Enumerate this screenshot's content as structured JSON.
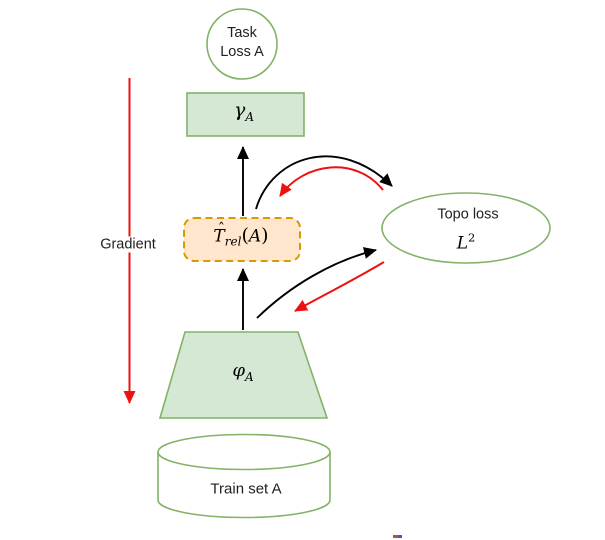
{
  "nodes": {
    "task_loss": {
      "line1": "Task",
      "line2": "Loss A"
    },
    "gamma": {
      "symbol": "γ",
      "sub": "A"
    },
    "t_rel": {
      "base": "T",
      "hat": "ˆ",
      "sub": "rel",
      "open": "(",
      "arg": "A",
      "close": ")"
    },
    "topo_loss": {
      "title": "Topo loss",
      "symbol": "L",
      "sup": "2"
    },
    "phi": {
      "symbol": "φ",
      "sub": "A"
    },
    "train_set": {
      "label": "Train set A"
    }
  },
  "labels": {
    "gradient": "Gradient"
  },
  "colors": {
    "green_fill": "#d5e8d4",
    "green_stroke": "#82b366",
    "orange_fill": "#ffe6cc",
    "orange_stroke": "#d79b00",
    "arrow_black": "#000000",
    "arrow_red": "#ee1111",
    "text": "#1f1f1f"
  }
}
